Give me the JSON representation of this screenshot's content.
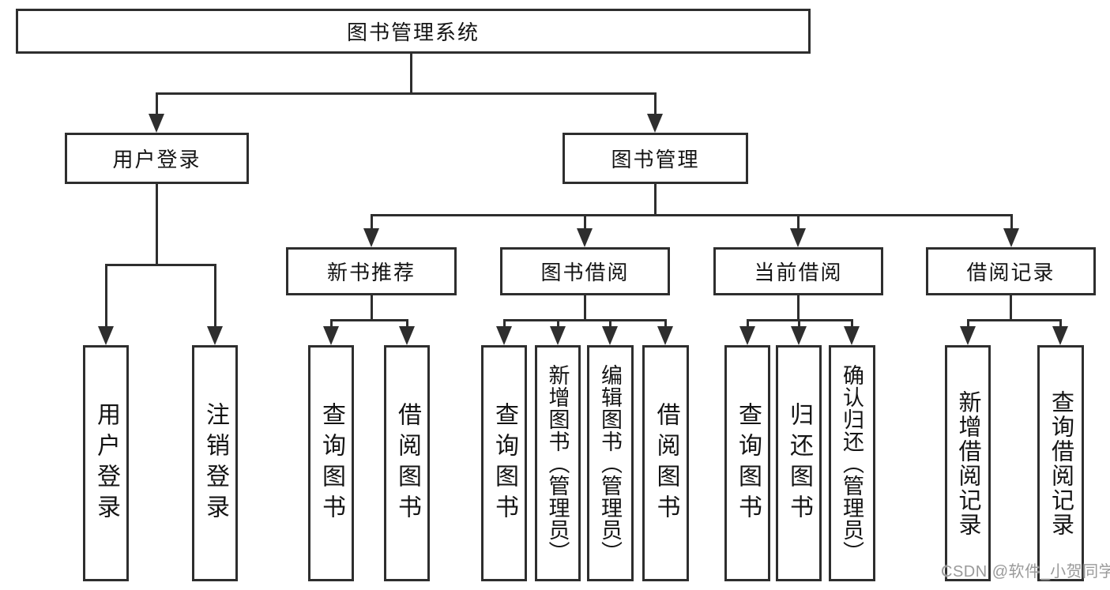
{
  "tree": {
    "root": {
      "label": "图书管理系统"
    },
    "branches": [
      {
        "label": "用户登录",
        "children": [
          "用户登录",
          "注销登录"
        ]
      },
      {
        "label": "图书管理",
        "groups": [
          {
            "label": "新书推荐",
            "children": [
              "查询图书",
              "借阅图书"
            ]
          },
          {
            "label": "图书借阅",
            "children": [
              "查询图书",
              "新增图书（管理员）",
              "编辑图书（管理员）",
              "借阅图书"
            ]
          },
          {
            "label": "当前借阅",
            "children": [
              "查询图书",
              "归还图书",
              "确认归还（管理员）"
            ]
          },
          {
            "label": "借阅记录",
            "children": [
              "新增借阅记录",
              "查询借阅记录"
            ]
          }
        ]
      }
    ]
  },
  "watermark": {
    "text": "CSDN @软件_小贺同学"
  },
  "colors": {
    "line": "#2e2e2e",
    "text": "#141414",
    "box_fill": "#ffffff",
    "watermark": "#9a9a9a",
    "background": "#ffffff"
  }
}
